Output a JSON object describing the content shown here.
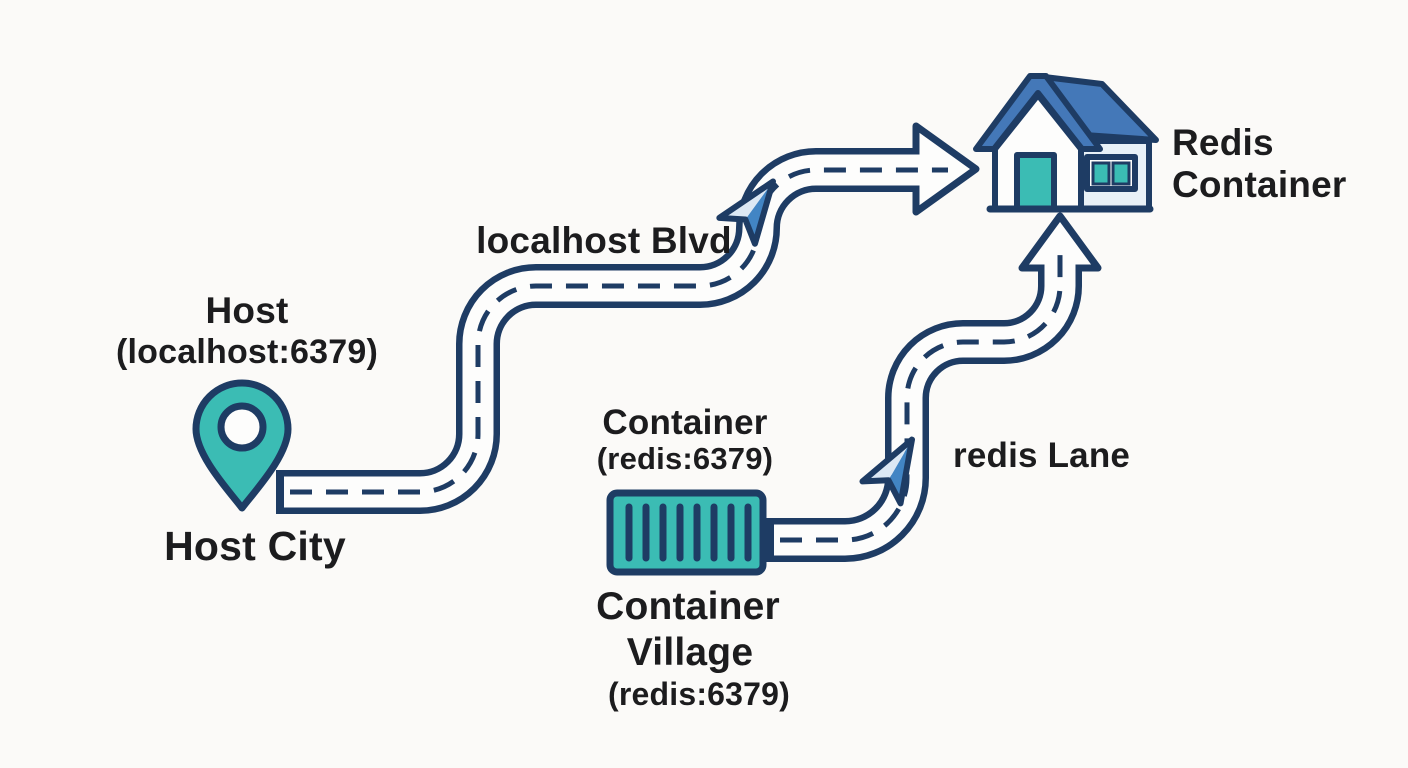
{
  "colors": {
    "background": "#fbfaf8",
    "navy": "#1e3c64",
    "teal": "#3bbcb4",
    "roof_blue": "#4478b8",
    "cursor_blue": "#4285c4",
    "cursor_light": "#dce8f4",
    "wall_light": "#e8f1f7",
    "road_fill": "#fdfdfc",
    "text": "#1c1c1e"
  },
  "host": {
    "title": "Host",
    "subtitle": "(localhost:6379)",
    "caption": "Host City"
  },
  "roads": {
    "road1_label": "localhost Blvd",
    "road2_label": "redis Lane"
  },
  "container": {
    "title": "Container",
    "subtitle": "(redis:6379)",
    "caption_line1": "Container",
    "caption_line2": "Village",
    "caption_subtitle": "(redis:6379)"
  },
  "destination": {
    "line1": "Redis",
    "line2": "Container"
  }
}
